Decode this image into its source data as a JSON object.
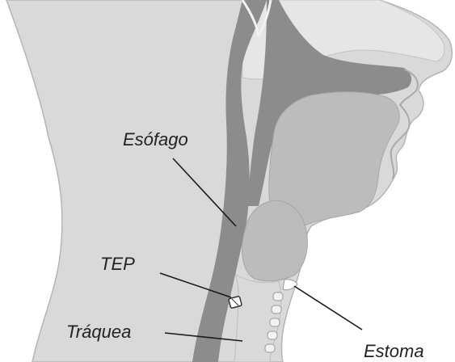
{
  "labels": {
    "esophagus": "Esófago",
    "tep": "TEP",
    "trachea": "Tráquea",
    "stoma": "Estoma"
  },
  "colors": {
    "background": "#ffffff",
    "body_light": "#d9d9d9",
    "body_mid": "#bcbcbc",
    "tract_dark": "#8c8c8c",
    "cartilage_white": "#f2f2f2",
    "leader_line": "#1a1a1a",
    "label_text": "#222222"
  }
}
